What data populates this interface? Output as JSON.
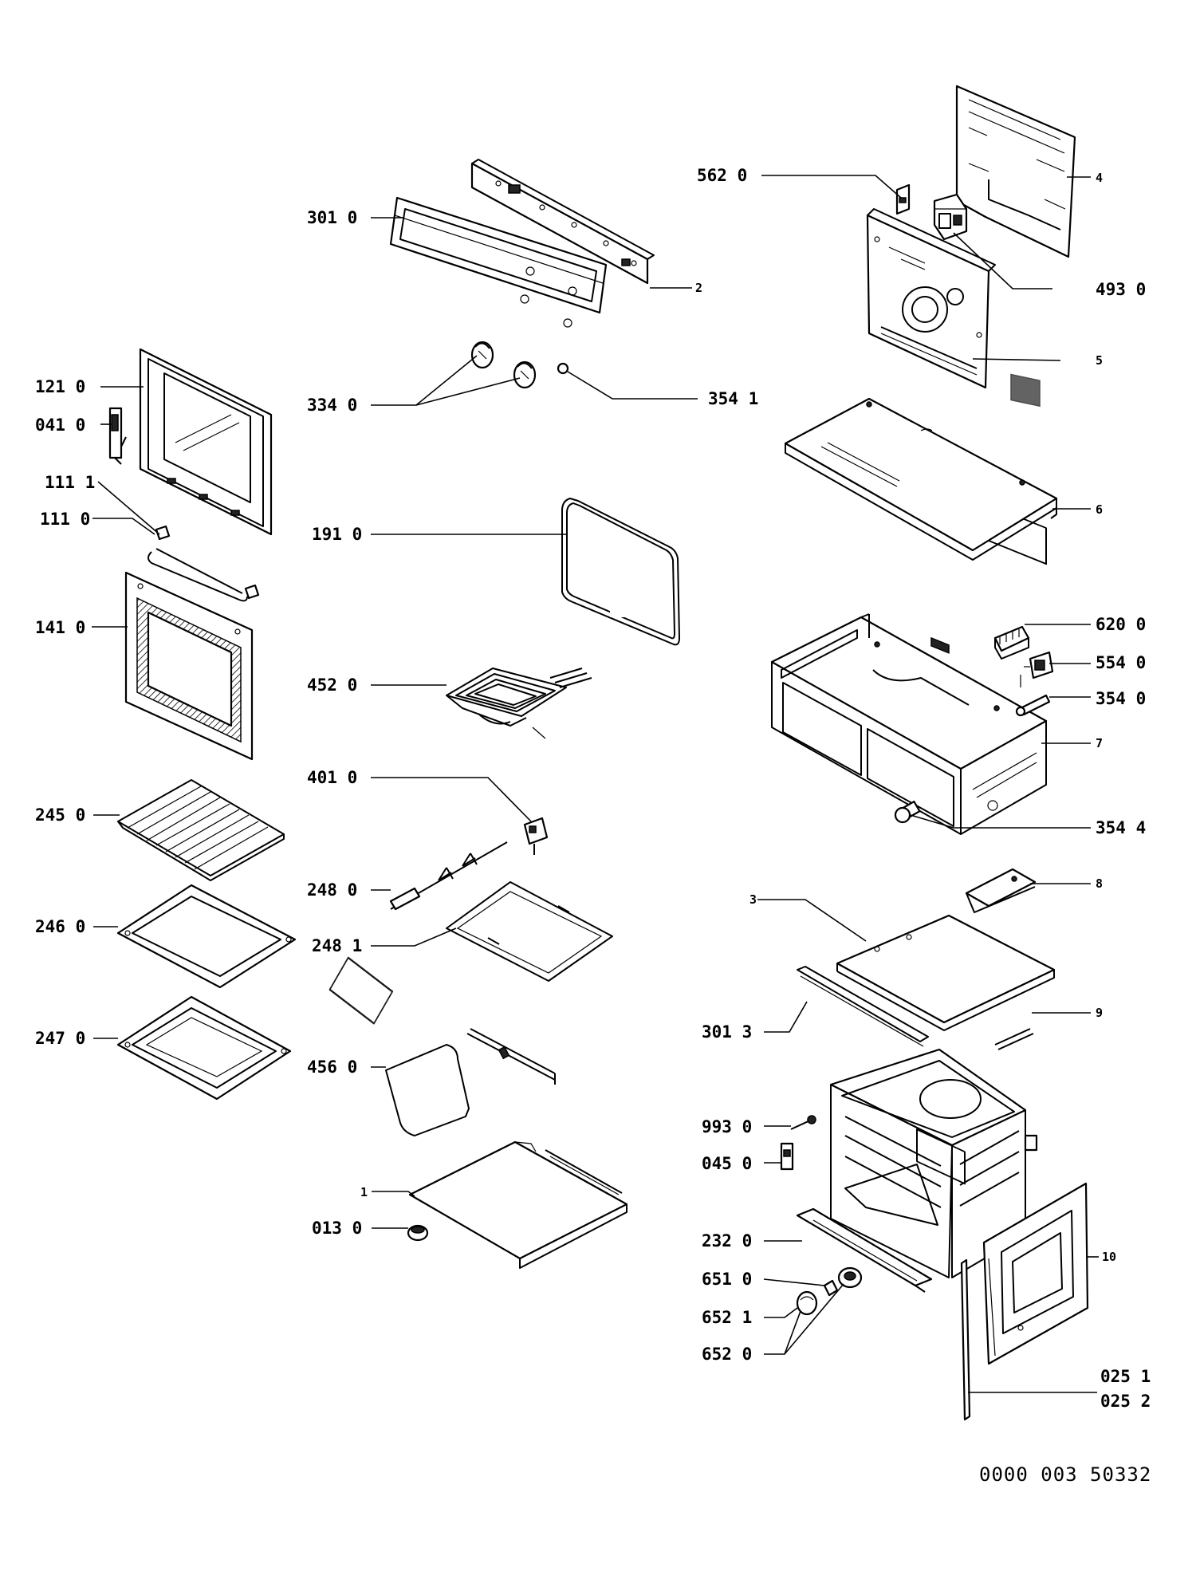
{
  "labels": {
    "l_3010": "301 0",
    "l_2": "2",
    "l_5620": "562 0",
    "l_4": "4",
    "l_4930": "493 0",
    "l_5": "5",
    "l_1210": "121 0",
    "l_0410": "041 0",
    "l_3340": "334 0",
    "l_3541": "354 1",
    "l_1111": "111 1",
    "l_1110": "111 0",
    "l_1910": "191 0",
    "l_6": "6",
    "l_1410": "141 0",
    "l_6200": "620 0",
    "l_5540": "554 0",
    "l_3540": "354 0",
    "l_4520": "452 0",
    "l_7": "7",
    "l_4010": "401 0",
    "l_2450": "245 0",
    "l_3544": "354 4",
    "l_2480": "248 0",
    "l_8": "8",
    "l_3": "3",
    "l_2460": "246 0",
    "l_2481": "248 1",
    "l_3013": "301 3",
    "l_9": "9",
    "l_2470": "247 0",
    "l_4560": "456 0",
    "l_9930": "993 0",
    "l_0450": "045 0",
    "l_1": "1",
    "l_0130": "013 0",
    "l_2320": "232 0",
    "l_10": "10",
    "l_6510": "651 0",
    "l_6521": "652 1",
    "l_6520": "652 0",
    "l_0251": "025 1",
    "l_0252": "025 2"
  },
  "reference_number": "0000 003 50332"
}
